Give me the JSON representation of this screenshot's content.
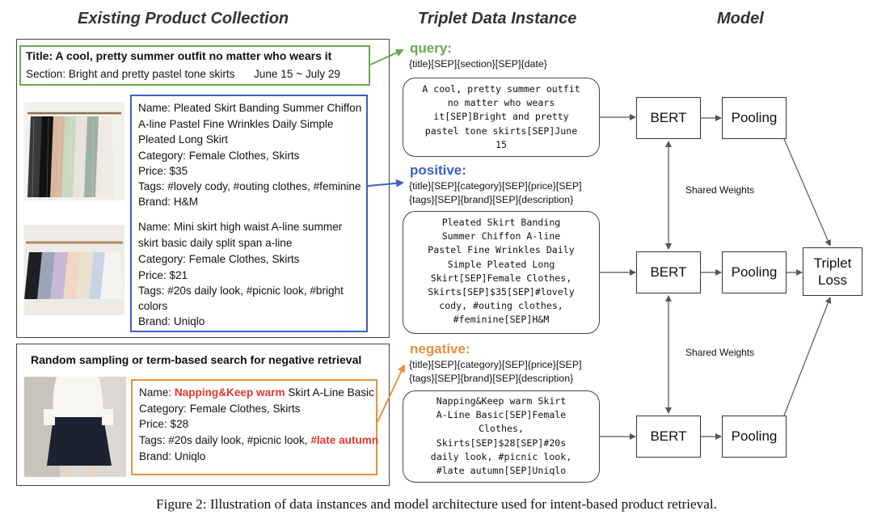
{
  "headers": {
    "left": "Existing Product Collection",
    "middle": "Triplet Data Instance",
    "right": "Model"
  },
  "collection": {
    "title_line": "Title: A cool, pretty summer outfit no matter who wears it",
    "section_line": "Section: Bright and pretty pastel tone skirts",
    "date_range": "June 15 ~ July 29",
    "product1": {
      "name_line1": "Name: Pleated Skirt Banding Summer Chiffon",
      "name_line2": "A-line Pastel Fine Wrinkles Daily Simple",
      "name_line3": "Pleated Long Skirt",
      "category": "Category: Female Clothes, Skirts",
      "price": "Price: $35",
      "tags": "Tags: #lovely cody, #outing clothes, #feminine",
      "brand": "Brand: H&M"
    },
    "product2": {
      "name_line1": "Name: Mini skirt high waist A-line summer",
      "name_line2": "skirt basic daily split span a-line",
      "category": "Category: Female Clothes, Skirts",
      "price": "Price: $21",
      "tags_line1": "Tags: #20s daily look, #picnic look, #bright",
      "tags_line2": "colors",
      "brand": "Brand: Uniqlo"
    }
  },
  "negative_panel": {
    "heading": "Random sampling or term-based search for negative retrieval",
    "name_prefix": "Name: ",
    "name_highlight": "Napping&Keep warm",
    "name_suffix": " Skirt A-Line Basic",
    "category": "Category: Female Clothes, Skirts",
    "price": "Price: $28",
    "tags_prefix": "Tags: #20s daily look, #picnic look, ",
    "tags_highlight": "#late autumn",
    "brand": "Brand: Uniqlo"
  },
  "triplet": {
    "query_label": "query:",
    "query_template": "{title}[SEP]{section}[SEP]{date}",
    "query_text": [
      "A cool, pretty summer outfit",
      "no matter who wears",
      "it[SEP]Bright and pretty",
      "pastel tone skirts[SEP]June",
      "15"
    ],
    "positive_label": "positive:",
    "positive_template_line1": "{title}[SEP]{category}[SEP]{price}[SEP]",
    "positive_template_line2": "{tags}[SEP]{brand}[SEP]{description}",
    "positive_text": [
      "Pleated Skirt Banding",
      "Summer Chiffon A-line",
      "Pastel Fine Wrinkles Daily",
      "Simple Pleated Long",
      "Skirt[SEP]Female Clothes,",
      "Skirts[SEP]$35[SEP]#lovely",
      "cody, #outing clothes,",
      "#feminine[SEP]H&M"
    ],
    "negative_label": "negative:",
    "negative_template_line1": "{title}[SEP]{category}[SEP]{price}[SEP]",
    "negative_template_line2": "{tags}[SEP]{brand}[SEP]{description}",
    "negative_text": [
      "Napping&Keep warm Skirt",
      "A-Line Basic[SEP]Female",
      "Clothes,",
      "Skirts[SEP]$28[SEP]#20s",
      "daily look, #picnic look,",
      "#late autumn[SEP]Uniqlo"
    ]
  },
  "model": {
    "bert": "BERT",
    "pooling": "Pooling",
    "loss_line1": "Triplet",
    "loss_line2": "Loss",
    "shared_weights": "Shared Weights"
  },
  "caption": "Figure 2: Illustration of data instances and model architecture used for intent-based product retrieval.",
  "colors": {
    "query": "#6aa84f",
    "positive": "#3c5fc6",
    "negative": "#e69138",
    "highlight": "#e03a2f"
  }
}
